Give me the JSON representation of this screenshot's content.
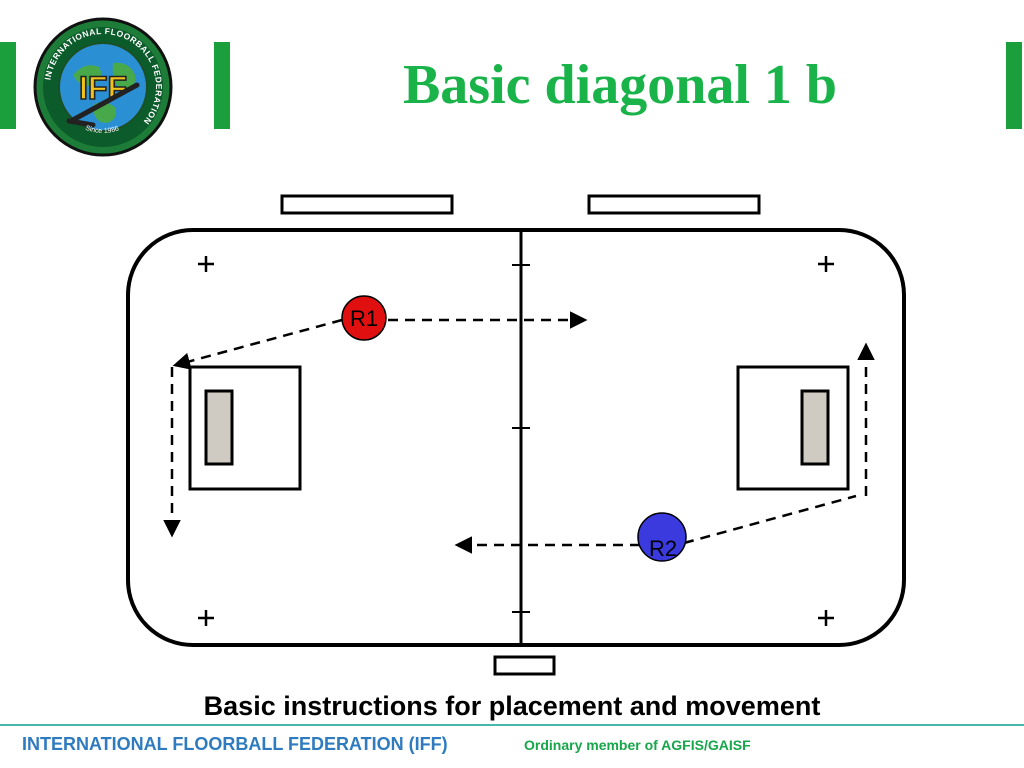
{
  "slide": {
    "title": "Basic diagonal 1 b",
    "caption": "Basic instructions for placement and movement"
  },
  "logo": {
    "name": "iff-logo-icon",
    "ring_text": "INTERNATIONAL FLOORBALL FEDERATION",
    "center_text": "IFF",
    "since_text": "Since 1986"
  },
  "diagram": {
    "players": [
      {
        "id": "R1",
        "label": "R1",
        "color": "#e01010"
      },
      {
        "id": "R2",
        "label": "R2",
        "color": "#3a3adf"
      }
    ]
  },
  "footer": {
    "org_name": "INTERNATIONAL FLOORBALL FEDERATION (IFF)",
    "membership": "Ordinary member of AGFIS/GAISF"
  },
  "colors": {
    "title_green": "#19b34a",
    "bar_green": "#1a9f3c",
    "footer_blue": "#2e7bbf",
    "footer_green": "#17a64a",
    "footer_line": "#44b8ae",
    "goal_fill": "#cfcac2"
  }
}
